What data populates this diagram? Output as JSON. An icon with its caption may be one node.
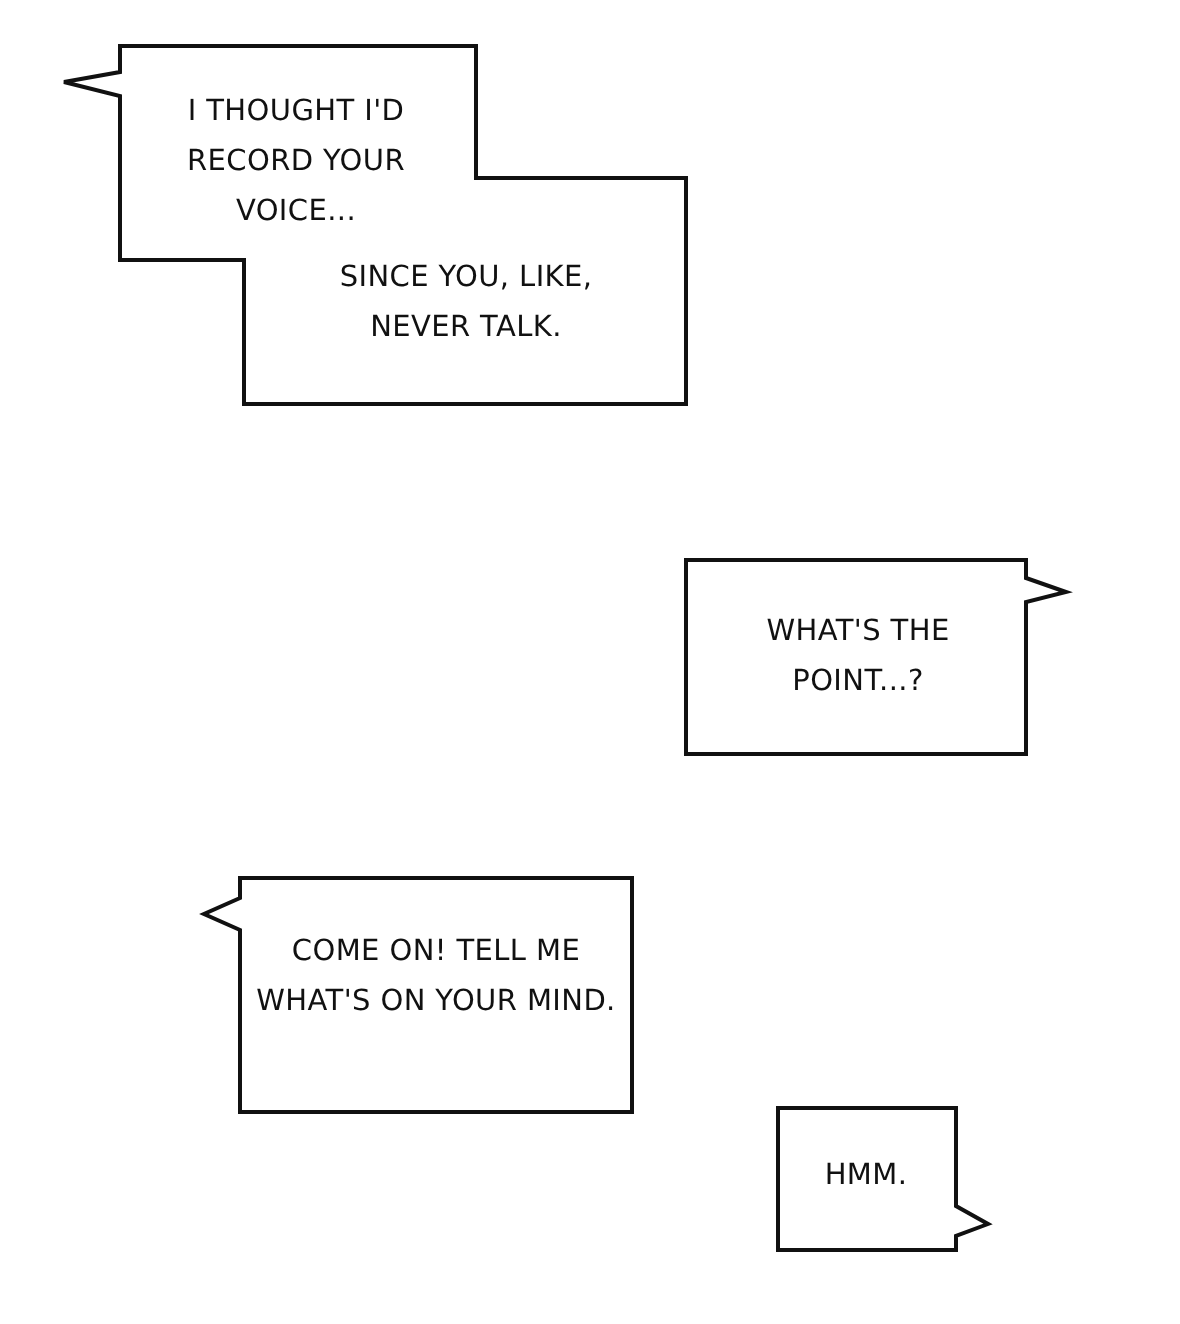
{
  "diagram": {
    "nodes": [
      {
        "text": [
          "I THOUGHT I'D RECORD YOUR VOICE...",
          "SINCE YOU, LIKE, NEVER TALK."
        ]
      },
      {
        "text": [
          "WHAT'S THE POINT...?"
        ]
      },
      {
        "text": [
          "COME ON! TELL ME WHAT'S ON YOUR MIND."
        ]
      },
      {
        "text": [
          "HMM."
        ]
      }
    ]
  }
}
